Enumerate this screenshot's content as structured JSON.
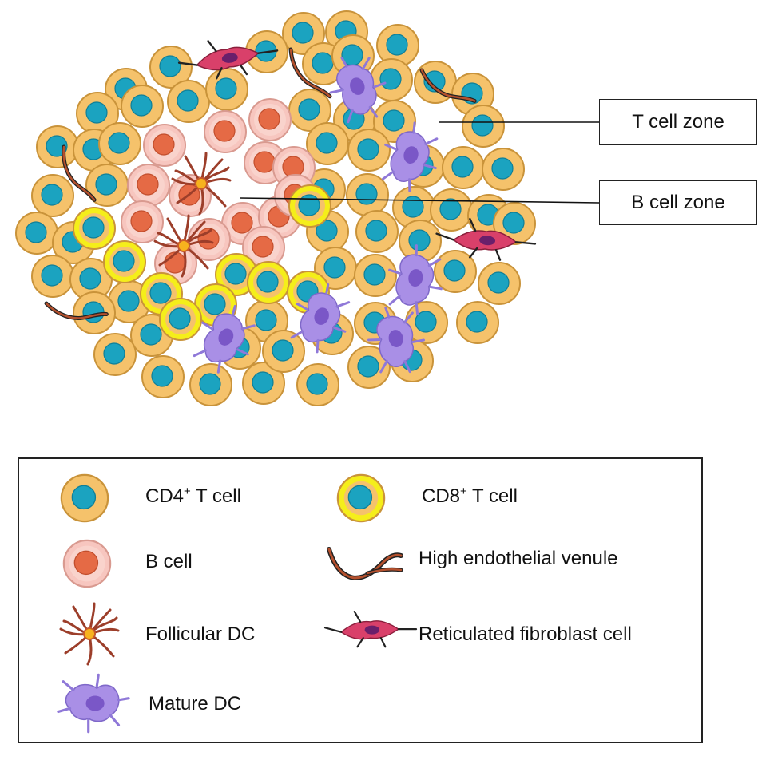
{
  "callouts": {
    "t_zone": "T cell zone",
    "b_zone": "B cell zone"
  },
  "legend": {
    "cd4": {
      "name": "CD4",
      "sup": "+",
      "suffix": " T cell"
    },
    "cd8": {
      "name": "CD8",
      "sup": "+",
      "suffix": " T cell"
    },
    "b_cell": "B cell",
    "hev": "High endothelial venule",
    "fdc": "Follicular DC",
    "frc": "Reticulated fibroblast cell",
    "mature_dc": "Mature DC"
  },
  "colors": {
    "cd4_body": "#f5c26b",
    "cd4_edge": "#c9933a",
    "nucleus": "#1ba3c0",
    "cd8_body": "#f5ee1a",
    "b_body": "#f7c6bf",
    "b_nucleus": "#e56a45",
    "hev": "#b4502d",
    "fdc": "#9c3e2a",
    "fdc_center": "#f7b21e",
    "frc": "#d9406a",
    "frc_nucleus": "#6a1f6b",
    "mature_dc": "#a98fe6",
    "mature_dc_nucleus": "#7a57c7"
  },
  "icons": [
    "cd4-t-cell-icon",
    "cd8-t-cell-icon",
    "b-cell-icon",
    "hev-icon",
    "follicular-dc-icon",
    "fibroblast-icon",
    "mature-dc-icon"
  ]
}
